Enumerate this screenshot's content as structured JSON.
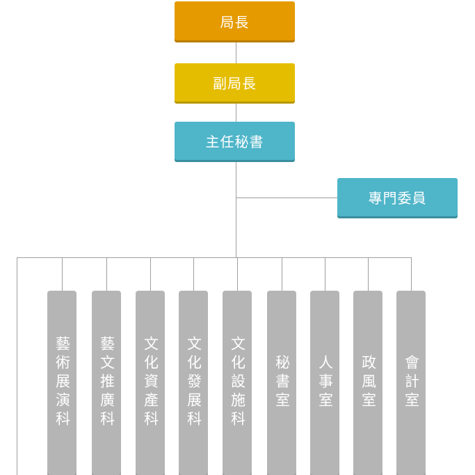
{
  "director": "局長",
  "deputy": "副局長",
  "chief_secretary": "主任秘書",
  "commissioner": "專門委員",
  "departments": [
    "藝術展演科",
    "藝文推廣科",
    "文化資產科",
    "文化發展科",
    "文化設施科",
    "秘書室",
    "人事室",
    "政風室",
    "會計室"
  ],
  "colors": {
    "director": "#e59a00",
    "deputy": "#e5bd00",
    "secretary": "#4fb5c9",
    "department": "#b5b5b5",
    "connector": "#9e9e9e"
  }
}
